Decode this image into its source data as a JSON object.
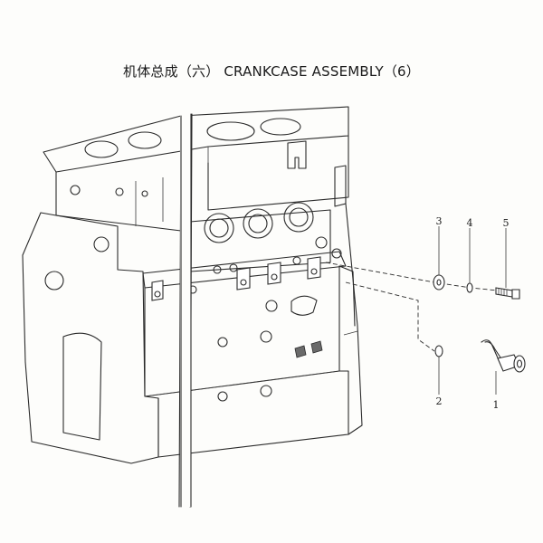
{
  "title": "机体总成（六） CRANKCASE ASSEMBLY（6）",
  "callouts": [
    {
      "number": "1"
    },
    {
      "number": "2"
    },
    {
      "number": "3"
    },
    {
      "number": "4"
    },
    {
      "number": "5"
    }
  ]
}
